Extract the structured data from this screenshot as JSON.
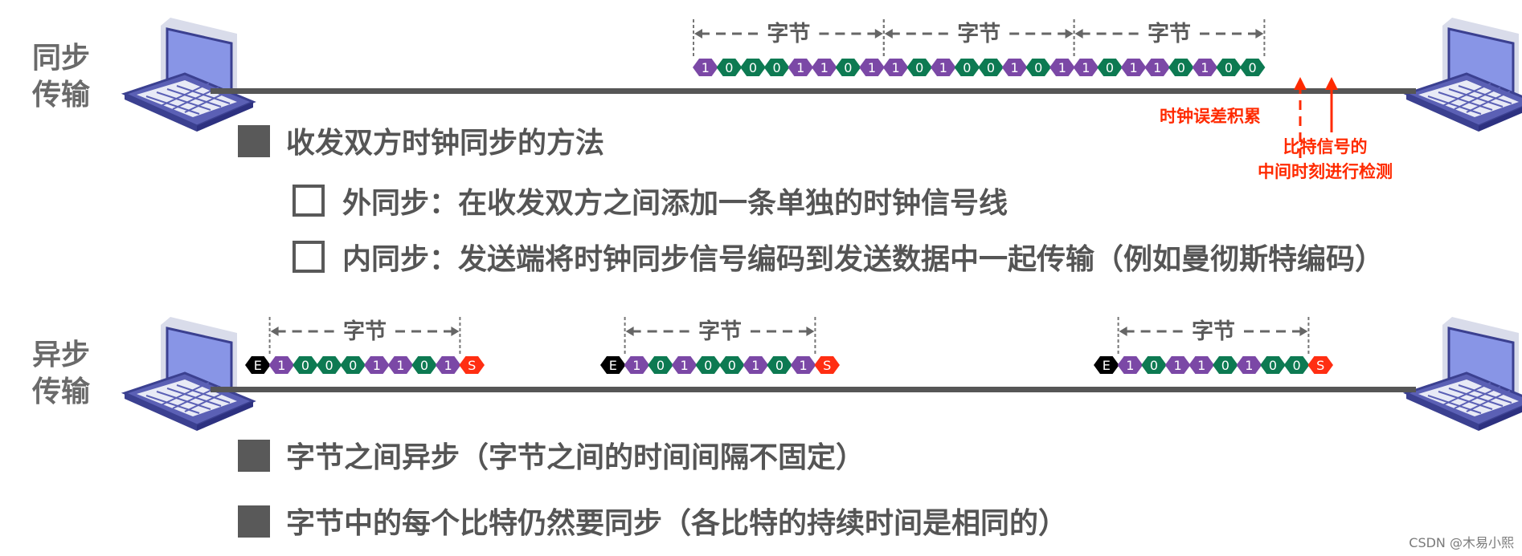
{
  "sync": {
    "label_line1": "同步",
    "label_line2": "传输",
    "byte_label": "字节",
    "bytes": [
      [
        "1",
        "0",
        "0",
        "0",
        "1",
        "1",
        "0",
        "1"
      ],
      [
        "1",
        "0",
        "1",
        "0",
        "0",
        "1",
        "0",
        "1"
      ],
      [
        "1",
        "0",
        "1",
        "1",
        "0",
        "1",
        "0",
        "0"
      ]
    ],
    "annotation_error": "时钟误差积累",
    "annotation_detect_line1": "比特信号的",
    "annotation_detect_line2": "中间时刻进行检测",
    "heading": "收发双方时钟同步的方法",
    "sub1": "外同步：在收发双方之间添加一条单独的时钟信号线",
    "sub2": "内同步：发送端将时钟同步信号编码到发送数据中一起传输（例如曼彻斯特编码）"
  },
  "async": {
    "label_line1": "异步",
    "label_line2": "传输",
    "byte_label": "字节",
    "start_bit": "E",
    "stop_bit": "S",
    "frames": [
      [
        "1",
        "0",
        "0",
        "0",
        "1",
        "1",
        "0",
        "1"
      ],
      [
        "1",
        "0",
        "1",
        "0",
        "0",
        "1",
        "0",
        "1"
      ],
      [
        "1",
        "0",
        "1",
        "1",
        "0",
        "1",
        "0",
        "0"
      ]
    ],
    "bullet1": "字节之间异步（字节之间的时间间隔不固定）",
    "bullet2": "字节中的每个比特仍然要同步（各比特的持续时间是相同的）"
  },
  "colors": {
    "one": "#7b48a6",
    "zero": "#0d7a52",
    "start": "#000000",
    "stop": "#ff2e12",
    "annotation": "#ff2a00",
    "line": "#565656",
    "laptop_screen": "#8895e6",
    "laptop_body": "#4a4fa8"
  },
  "watermark": "CSDN @木易小熙"
}
